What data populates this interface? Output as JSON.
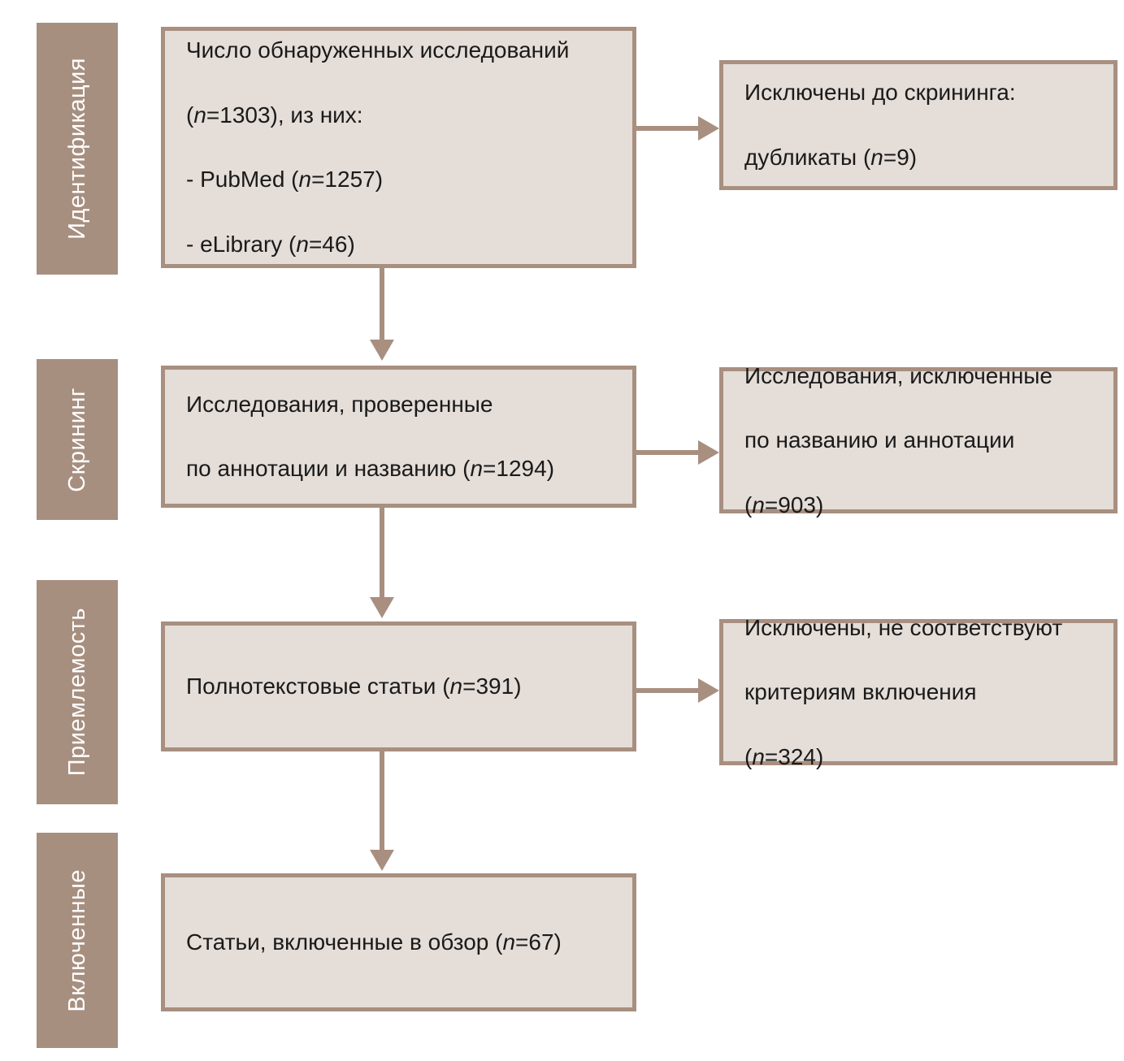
{
  "diagram": {
    "title": "PRISMA flow diagram",
    "language": "ru",
    "colors": {
      "band_fill": "#A78F80",
      "band_text": "#FFFFFF",
      "box_fill": "#E4DDD8",
      "box_border": "#A88F80",
      "box_text": "#1A1A1A",
      "connector": "#A88F80",
      "background": "#FFFFFF"
    }
  },
  "stages": [
    {
      "id": "identification",
      "label": "Идентификация"
    },
    {
      "id": "screening",
      "label": "Скрининг"
    },
    {
      "id": "eligibility",
      "label": "Приемлемость"
    },
    {
      "id": "included",
      "label": "Включенные"
    }
  ],
  "main_boxes": [
    {
      "id": "records-identified",
      "stage": "identification",
      "line1": "Число обнаруженных исследований",
      "line2_pre": "(",
      "line2_n": "n",
      "line2_post": "=1303), из них:",
      "line3_pre": "- PubMed (",
      "line3_n": "n",
      "line3_post": "=1257)",
      "line4_pre": "- eLibrary (",
      "line4_n": "n",
      "line4_post": "=46)"
    },
    {
      "id": "records-screened",
      "stage": "screening",
      "line1": "Исследования, проверенные",
      "line2_pre": "по аннотации и названию (",
      "line2_n": "n",
      "line2_post": "=1294)"
    },
    {
      "id": "fulltext-assessed",
      "stage": "eligibility",
      "line1_pre": "Полнотекстовые статьи (",
      "line1_n": "n",
      "line1_post": "=391)"
    },
    {
      "id": "studies-included",
      "stage": "included",
      "line1_pre": "Статьи, включенные в обзор (",
      "line1_n": "n",
      "line1_post": "=67)"
    }
  ],
  "exclusion_boxes": [
    {
      "id": "excluded-before-screening",
      "stage": "identification",
      "line1": "Исключены до скрининга:",
      "line2_pre": "дубликаты (",
      "line2_n": "n",
      "line2_post": "=9)"
    },
    {
      "id": "excluded-by-title-abstract",
      "stage": "screening",
      "line1": "Исследования, исключенные",
      "line2": "по названию и аннотации",
      "line3_pre": "(",
      "line3_n": "n",
      "line3_post": "=903)"
    },
    {
      "id": "excluded-not-meeting-criteria",
      "stage": "eligibility",
      "line1": "Исключены, не соответствуют",
      "line2": "критериям включения",
      "line3_pre": "(",
      "line3_n": "n",
      "line3_post": "=324)"
    }
  ],
  "counts": {
    "identified_total": 1303,
    "identified_pubmed": 1257,
    "identified_elibrary": 46,
    "excluded_duplicates": 9,
    "screened": 1294,
    "excluded_title_abstract": 903,
    "fulltext_assessed": 391,
    "excluded_criteria": 324,
    "included": 67
  }
}
